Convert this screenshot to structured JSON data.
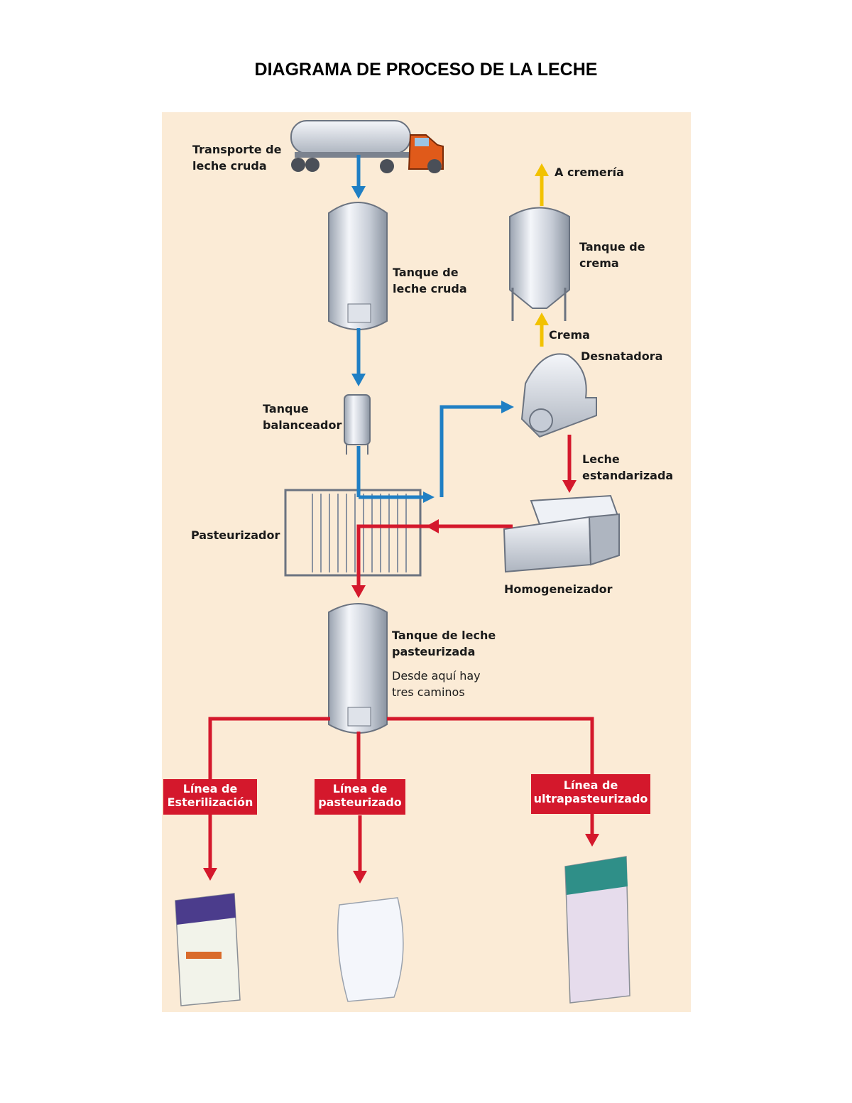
{
  "title": "DIAGRAMA DE PROCESO DE LA LECHE",
  "colors": {
    "background_panel": "#fbebd6",
    "flow_blue": "#1f7fc4",
    "flow_red": "#d4182c",
    "flow_yellow": "#f2c200"
  },
  "nodes": {
    "truck": "Transporte de\nleche cruda",
    "raw_tank": "Tanque de\nleche cruda",
    "balance_tank": "Tanque\nbalanceador",
    "pasteurizer": "Pasteurizador",
    "cream_dest": "A cremería",
    "cream_tank": "Tanque de\ncrema",
    "cream": "Crema",
    "skimmer": "Desnatadora",
    "standardized": "Leche\nestandarizada",
    "homogenizer": "Homogeneizador",
    "pasteurized_tank": "Tanque de leche\npasteurizada",
    "pasteurized_note": "Desde aquí hay\ntres caminos"
  },
  "lines": {
    "sterilization": "Línea de\nEsterilización",
    "pasteurized": "Línea de\npasteurizado",
    "ultra": "Línea de\nultrapasteurizado"
  },
  "icons": [
    "tanker-truck-icon",
    "steel-tank-icon",
    "cream-tank-icon",
    "skimmer-centrifuge-icon",
    "plate-pasteurizer-icon",
    "homogenizer-icon",
    "milk-carton-icon",
    "milk-bag-icon"
  ]
}
